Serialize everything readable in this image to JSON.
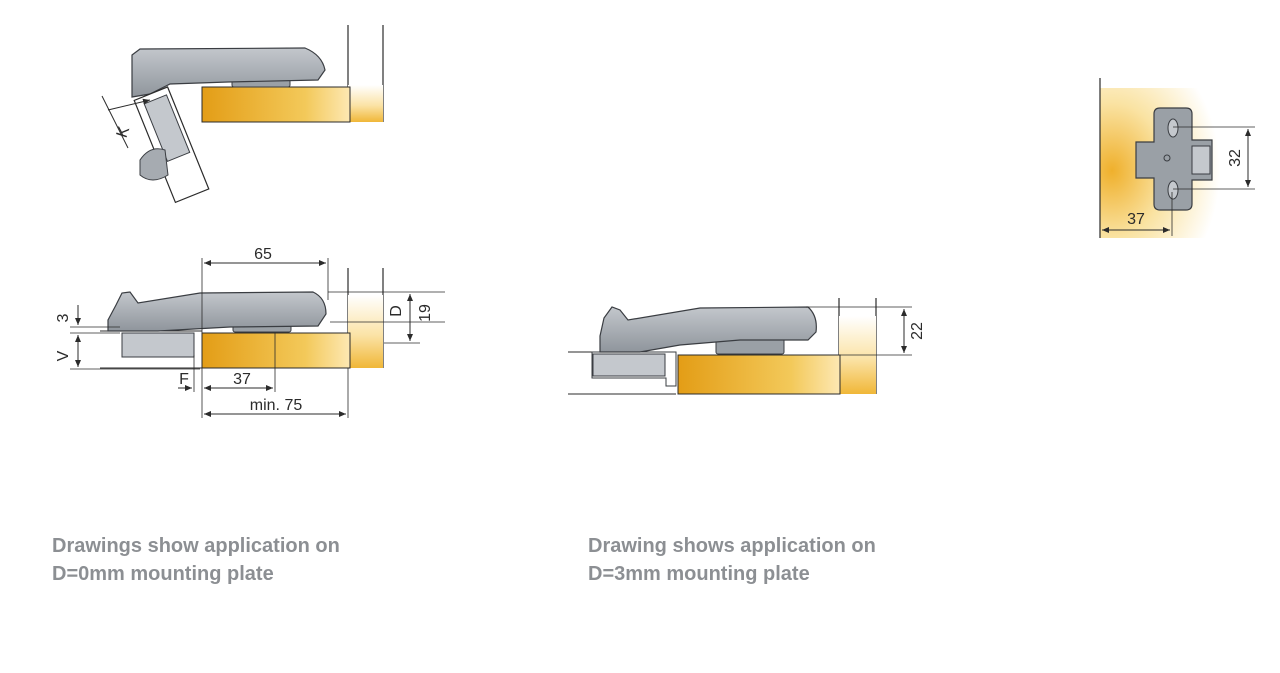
{
  "colors": {
    "hinge_fill": "#a6abb1",
    "hinge_stroke": "#3a3d42",
    "wood_dark": "#e6a21c",
    "wood_light": "#fff3cf",
    "plate_fill": "#c4c8cd",
    "line": "#2b2b2b",
    "caption_text": "#8c8f93"
  },
  "detail_top": {
    "label_k": "K"
  },
  "detail_section": {
    "dim_65": "65",
    "dim_3": "3",
    "dim_v": "V",
    "dim_d": "D",
    "dim_19": "19",
    "dim_f": "F",
    "dim_37": "37",
    "dim_min75": "min. 75"
  },
  "detail_plate": {
    "dim_22": "22"
  },
  "detail_front": {
    "dim_32": "32",
    "dim_37": "37"
  },
  "captions": {
    "left_line1": "Drawings show application on",
    "left_line2": "D=0mm mounting plate",
    "right_line1": "Drawing shows application on",
    "right_line2": "D=3mm mounting plate"
  }
}
